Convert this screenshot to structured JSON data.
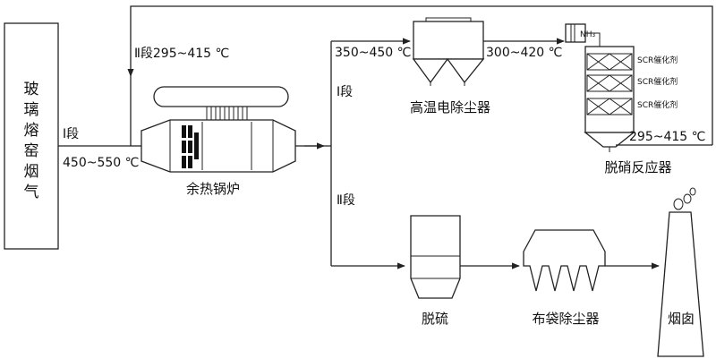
{
  "source_box": {
    "label": [
      "玻",
      "璃",
      "熔",
      "窑",
      "烟",
      "气"
    ]
  },
  "labels": {
    "segment1_left": "Ⅰ段",
    "temp_inlet": "450~550 ℃",
    "segment2_top": "Ⅱ段295~415 ℃",
    "temp_to_esp": "350~450 ℃",
    "segment1_right": "Ⅰ段",
    "temp_to_scr": "300~420 ℃",
    "temp_return": "295~415 ℃",
    "segment2_bottom": "Ⅱ段"
  },
  "components": {
    "boiler": "余热锅炉",
    "esp": "高温电除尘器",
    "scr_reactor": "脱硝反应器",
    "desulfurization": "脱硫",
    "bag_filter": "布袋除尘器",
    "chimney": "烟囱"
  },
  "scr_layers": [
    "SCR催化剂",
    "SCR催化剂",
    "SCR催化剂"
  ],
  "nh3_label": "NH₃"
}
